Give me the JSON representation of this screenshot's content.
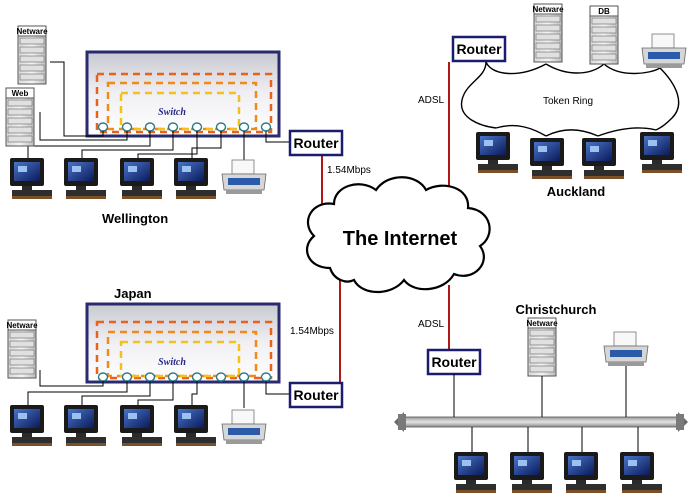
{
  "internet": {
    "label": "The Internet"
  },
  "router_label": "Router",
  "switch_label": "Switch",
  "sites": {
    "wellington": "Wellington",
    "japan": "Japan",
    "auckland": "Auckland",
    "christchurch": "Christchurch"
  },
  "links": {
    "wellington": "1.54Mbps",
    "japan": "1.54Mbps",
    "auckland": "ADSL",
    "christchurch": "ADSL"
  },
  "token_ring": "Token Ring",
  "servers": {
    "wellington_netware": "Netware",
    "wellington_web": "Web",
    "japan_netware": "Netware",
    "auckland_netware": "Netware",
    "auckland_db": "DB",
    "christchurch_netware": "Netware"
  },
  "colors": {
    "wan_link": "#b01818",
    "router_border": "#1c1c6e",
    "switch_ring_outer": "#e8621a",
    "switch_ring_inner": "#f2c21a"
  }
}
